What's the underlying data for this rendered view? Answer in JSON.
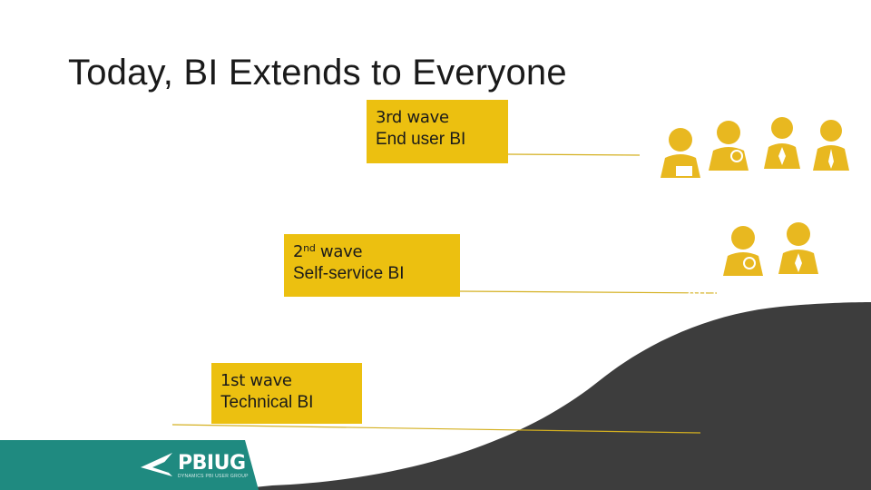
{
  "slide": {
    "title": "Today, BI Extends to Everyone"
  },
  "waves": [
    {
      "label_prefix": "3rd",
      "label_suffix": " wave",
      "description": "End user BI"
    },
    {
      "label_prefix": "2",
      "label_sup": "nd",
      "label_suffix": " wave",
      "description": "Self-service BI"
    },
    {
      "label_prefix": "1st",
      "label_suffix": " wave",
      "description": "Technical BI"
    }
  ],
  "people_groups": {
    "analyst_label": "Analyst to end user"
  },
  "colors": {
    "accent_yellow": "#ecc010",
    "wave_dark": "#3d3d3d",
    "footer_teal": "#1f8a80",
    "person_yellow": "#e8b820"
  },
  "footer": {
    "logo_text": "PBIUG",
    "logo_tagline": "DYNAMICS PBI USER GROUP",
    "logo_icon": "arrow-logo-icon"
  }
}
